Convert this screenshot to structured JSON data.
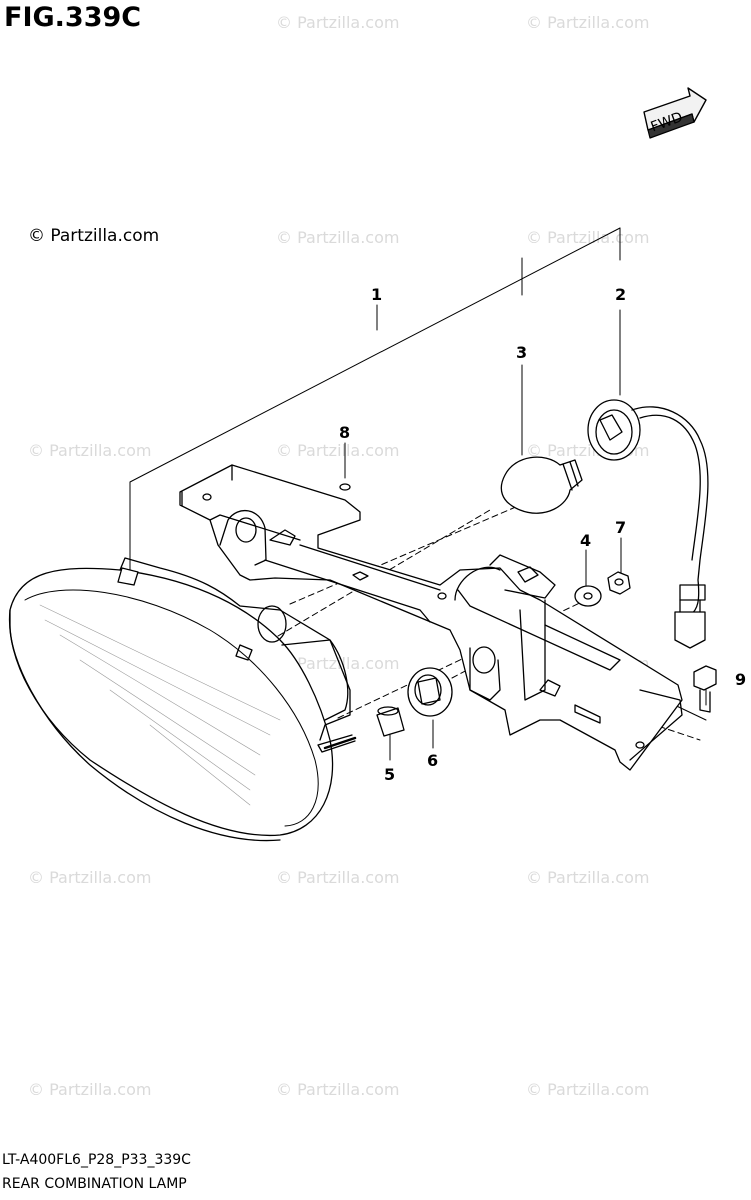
{
  "figure": {
    "title": "FIG.339C",
    "code": "LT-A400FL6_P28_P33_339C",
    "description": "REAR COMBINATION LAMP"
  },
  "branding": {
    "label": "© Partzilla.com",
    "watermark": "© Partzilla.com"
  },
  "direction_arrow": {
    "label": "FWD"
  },
  "callouts": [
    {
      "number": "1"
    },
    {
      "number": "2"
    },
    {
      "number": "3"
    },
    {
      "number": "4"
    },
    {
      "number": "5"
    },
    {
      "number": "6"
    },
    {
      "number": "7"
    },
    {
      "number": "8"
    },
    {
      "number": "9"
    }
  ]
}
